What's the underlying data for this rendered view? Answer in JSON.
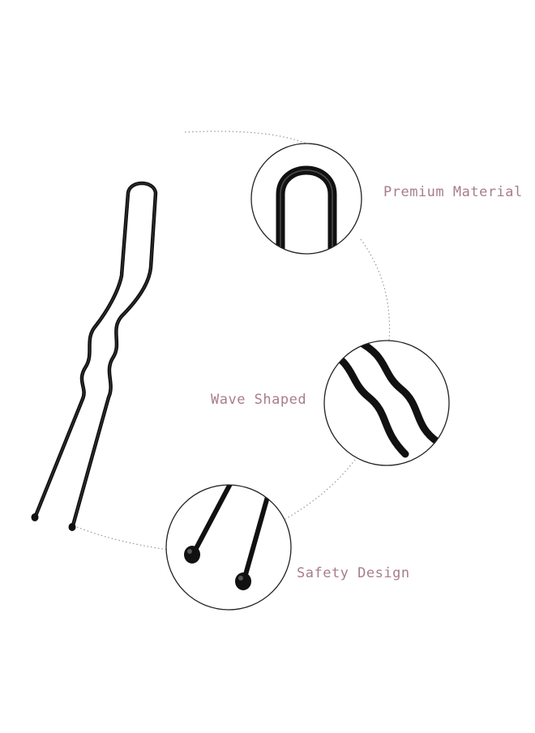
{
  "colors": {
    "label_text": "#a87d8a",
    "pin": "#111111",
    "circle_outline": "#222222",
    "dotted_guide": "#999999",
    "background": "#ffffff"
  },
  "features": [
    {
      "label": "Premium Material",
      "detail_icon": "pin-bend-closeup-icon"
    },
    {
      "label": "Wave Shaped",
      "detail_icon": "pin-wave-closeup-icon"
    },
    {
      "label": "Safety Design",
      "detail_icon": "pin-tips-closeup-icon"
    }
  ],
  "main_icon": "hairpin-icon"
}
